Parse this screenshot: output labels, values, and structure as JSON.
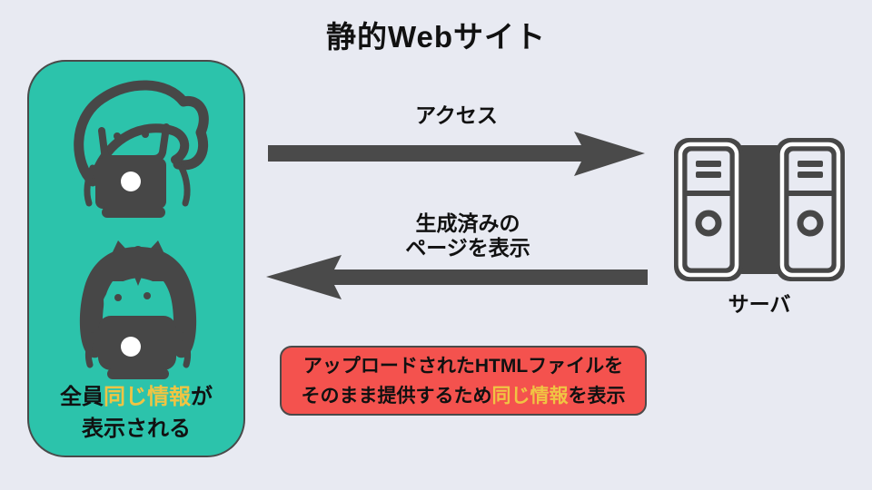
{
  "title": "静的Webサイト",
  "colors": {
    "background": "#e8eaf2",
    "panel_teal": "#2cc3ab",
    "icon_dark": "#474747",
    "highlight_yellow": "#f0c443",
    "note_red": "#f4524e",
    "border_dark": "#4a4a4a",
    "text_black": "#111111"
  },
  "icons": {
    "user_top": "person-with-laptop-icon",
    "user_bottom": "girl-with-laptop-icon",
    "servers": "server-towers-icon",
    "arrow_right": "right-arrow-icon",
    "arrow_left": "left-arrow-icon"
  },
  "users_box": {
    "caption": {
      "part1": "全員",
      "highlight": "同じ情報",
      "part2": "が",
      "line2": "表示される"
    }
  },
  "arrows": {
    "request_label": "アクセス",
    "response_label_line1": "生成済みの",
    "response_label_line2": "ページを表示"
  },
  "server": {
    "label": "サーバ"
  },
  "note": {
    "line1": "アップロードされたHTMLファイルを",
    "line2_part1": "そのまま提供するため",
    "line2_highlight": "同じ情報",
    "line2_part2": "を表示"
  }
}
